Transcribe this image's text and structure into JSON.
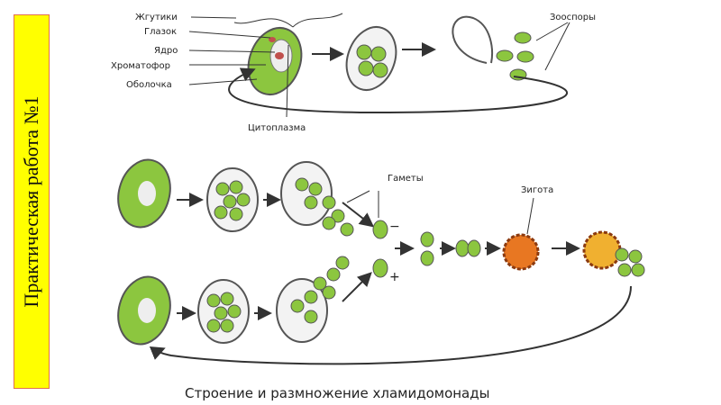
{
  "slide_title": "Практическая работа №1",
  "diagram": {
    "labels": {
      "flagella": "Жгутики",
      "eyespot": "Глазок",
      "nucleus": "Ядро",
      "chromatophore": "Хроматофор",
      "membrane": "Оболочка",
      "cytoplasm": "Цитоплазма",
      "zoospores": "Зооспоры",
      "gametes": "Гаметы",
      "zygote": "Зигота",
      "minus": "−",
      "plus": "+"
    },
    "caption": "Строение и размножение хламидомонады",
    "colors": {
      "cell": "#8cc63f",
      "zygote": "#e87722",
      "sidebar": "#ffff00"
    }
  }
}
